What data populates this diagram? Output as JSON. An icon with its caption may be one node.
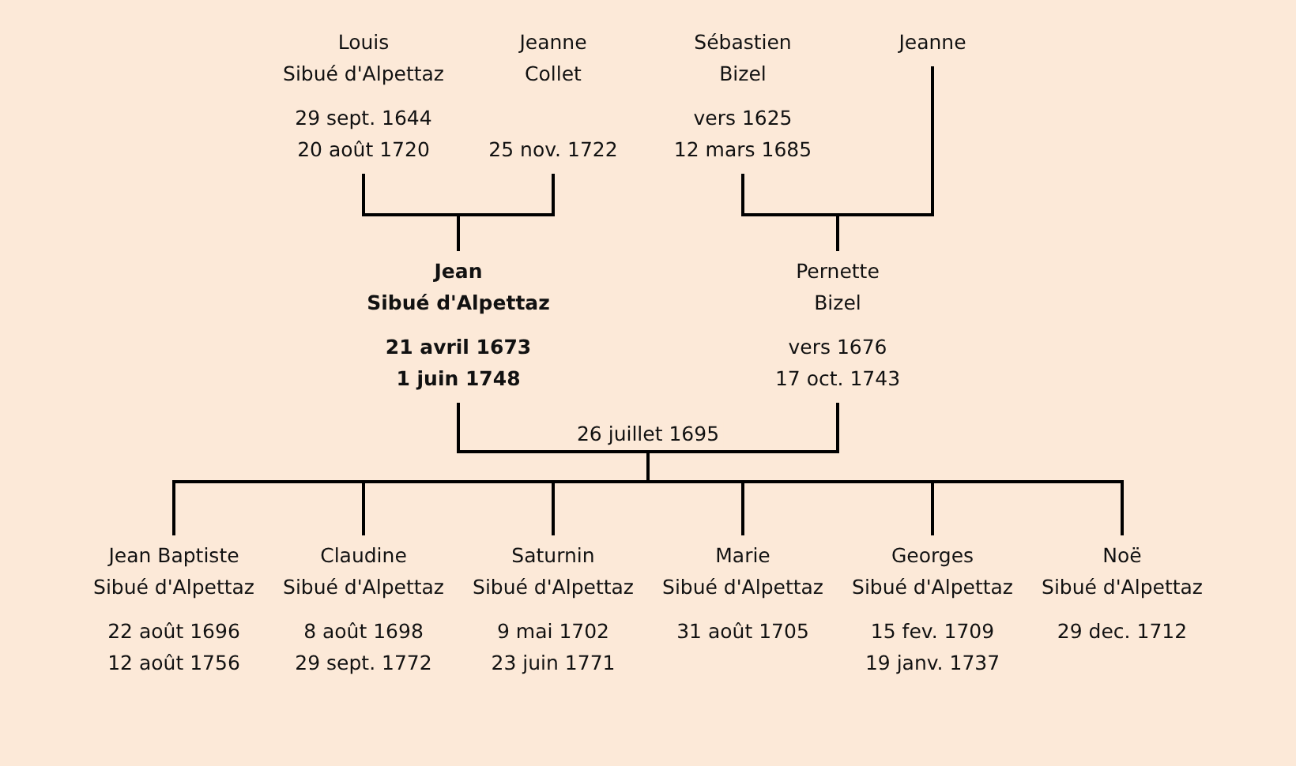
{
  "diagram": {
    "nodes": [
      {
        "text": [
          "Louis",
          "Sibué d'Alpettaz",
          "29 sept. 1644",
          "20 août 1720"
        ]
      },
      {
        "text": [
          "Jeanne",
          "Collet",
          "25 nov. 1722"
        ]
      },
      {
        "text": [
          "Sébastien",
          "Bizel",
          "vers 1625",
          "12 mars 1685"
        ]
      },
      {
        "text": [
          "Jeanne"
        ]
      },
      {
        "text": [
          "Jean",
          "Sibué d'Alpettaz",
          "21 avril 1673",
          "1 juin 1748"
        ]
      },
      {
        "text": [
          "Pernette",
          "Bizel",
          "vers 1676",
          "17 oct. 1743"
        ]
      },
      {
        "text": [
          "Jean Baptiste",
          "Sibué d'Alpettaz",
          "22 août 1696",
          "12 août 1756"
        ]
      },
      {
        "text": [
          "Claudine",
          "Sibué d'Alpettaz",
          "8 août 1698",
          "29 sept. 1772"
        ]
      },
      {
        "text": [
          "Saturnin",
          "Sibué d'Alpettaz",
          "9 mai 1702",
          "23 juin 1771"
        ]
      },
      {
        "text": [
          "Marie",
          "Sibué d'Alpettaz",
          "31 août 1705"
        ]
      },
      {
        "text": [
          "Georges",
          "Sibué d'Alpettaz",
          "15 fev. 1709",
          "19 janv. 1737"
        ]
      },
      {
        "text": [
          "Noë",
          "Sibué d'Alpettaz",
          "29 dec. 1712"
        ]
      }
    ],
    "edges": [
      {
        "from": 0,
        "to": 4,
        "arrow": "none"
      },
      {
        "from": 1,
        "to": 4,
        "arrow": "none"
      },
      {
        "from": 2,
        "to": 5,
        "arrow": "none"
      },
      {
        "from": 3,
        "to": 5,
        "arrow": "none"
      },
      {
        "from": 4,
        "to": 6,
        "arrow": "none",
        "label": "26 juillet 1695"
      },
      {
        "from": 4,
        "to": 7,
        "arrow": "none"
      },
      {
        "from": 4,
        "to": 8,
        "arrow": "none"
      },
      {
        "from": 4,
        "to": 9,
        "arrow": "none"
      },
      {
        "from": 4,
        "to": 10,
        "arrow": "none"
      },
      {
        "from": 4,
        "to": 11,
        "arrow": "none"
      },
      {
        "from": 5,
        "to": 6,
        "arrow": "none"
      },
      {
        "from": 5,
        "to": 7,
        "arrow": "none"
      },
      {
        "from": 5,
        "to": 8,
        "arrow": "none"
      },
      {
        "from": 5,
        "to": 9,
        "arrow": "none"
      },
      {
        "from": 5,
        "to": 10,
        "arrow": "none"
      },
      {
        "from": 5,
        "to": 11,
        "arrow": "none"
      }
    ]
  }
}
